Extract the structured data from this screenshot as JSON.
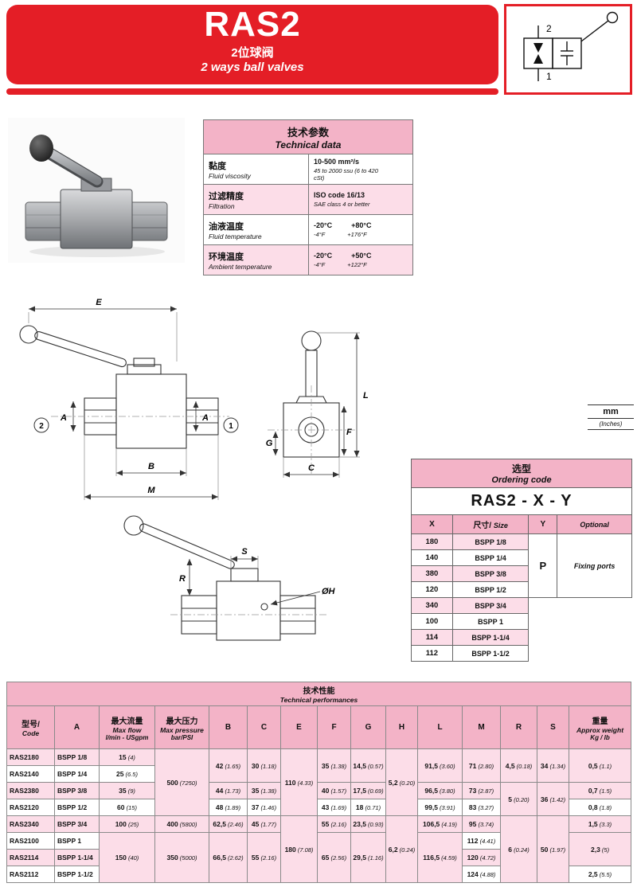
{
  "colors": {
    "accent": "#e41e26",
    "pink_header": "#f3b3c7",
    "pink_row": "#fcdde8"
  },
  "header": {
    "title": "RAS2",
    "subtitle_cn": "2位球阀",
    "subtitle_en": "2 ways ball valves"
  },
  "symbol": {
    "port_top": "2",
    "port_bottom": "1"
  },
  "technical_data": {
    "title_cn": "技术参数",
    "title_en": "Technical data",
    "rows": [
      {
        "label_cn": "黏度",
        "label_en": "Fluid viscosity",
        "v1a": "10-500 mm²/s",
        "v1b": "",
        "v2a": "45 to 2000 ssu (6 to 420 cSt)",
        "v2b": ""
      },
      {
        "label_cn": "过滤精度",
        "label_en": "Filtration",
        "v1a": "ISO code 16/13",
        "v1b": "",
        "v2a": "SAE class 4 or better",
        "v2b": ""
      },
      {
        "label_cn": "油液温度",
        "label_en": "Fluid temperature",
        "v1a": "-20°C",
        "v1b": "+80°C",
        "v2a": "-4°F",
        "v2b": "+176°F"
      },
      {
        "label_cn": "环境温度",
        "label_en": "Ambient temperature",
        "v1a": "-20°C",
        "v1b": "+50°C",
        "v2a": "-4°F",
        "v2b": "+122°F"
      }
    ]
  },
  "drawings": {
    "front": {
      "e": "E",
      "a_left": "A",
      "a_right": "A",
      "port_left": "2",
      "port_right": "1",
      "b": "B",
      "m": "M"
    },
    "side": {
      "l": "L",
      "f": "F",
      "g": "G",
      "c": "C"
    },
    "top": {
      "s": "S",
      "r": "R",
      "h": "ØH"
    },
    "units": {
      "metric": "mm",
      "imperial": "(Inches)"
    }
  },
  "ordering": {
    "title_cn": "选型",
    "title_en": "Ordering code",
    "code": "RAS2 - X - Y",
    "col_x": "X",
    "col_size_cn": "尺寸/",
    "col_size_en": "Size",
    "col_y": "Y",
    "col_optional": "Optional",
    "rows": [
      {
        "x": "180",
        "size": "BSPP 1/8"
      },
      {
        "x": "140",
        "size": "BSPP 1/4"
      },
      {
        "x": "380",
        "size": "BSPP 3/8"
      },
      {
        "x": "120",
        "size": "BSPP 1/2"
      },
      {
        "x": "340",
        "size": "BSPP 3/4"
      },
      {
        "x": "100",
        "size": "BSPP 1"
      },
      {
        "x": "114",
        "size": "BSPP 1-1/4"
      },
      {
        "x": "112",
        "size": "BSPP 1-1/2"
      }
    ],
    "optional_value": "P",
    "optional_label": "Fixing ports"
  },
  "performance": {
    "title_cn": "技术性能",
    "title_en": "Technical performances",
    "headers": {
      "code_cn": "型号/",
      "code_en": "Code",
      "a": "A",
      "flow_cn": "最大流量",
      "flow_en": "Max flow",
      "flow_unit": "l/min - USgpm",
      "pressure_cn": "最大压力",
      "pressure_en": "Max pressure",
      "pressure_unit": "bar/PSI",
      "dims": [
        "B",
        "C",
        "E",
        "F",
        "G",
        "H",
        "L",
        "M",
        "R",
        "S"
      ],
      "weight_cn": "重量",
      "weight_en": "Approx weight",
      "weight_unit": "Kg / lb"
    },
    "body": [
      [
        {
          "t": "RAS2180"
        },
        {
          "t": "BSPP 1/8"
        },
        {
          "t": "15 (4)"
        },
        {
          "t": "500 (7250)",
          "rs": 4
        },
        {
          "t": "42 (1.65)",
          "rs": 2
        },
        {
          "t": "30 (1.18)",
          "rs": 2
        },
        {
          "t": "110 (4.33)",
          "rs": 4
        },
        {
          "t": "35 (1.38)",
          "rs": 2
        },
        {
          "t": "14,5 (0.57)",
          "rs": 2
        },
        {
          "t": "5,2 (0.20)",
          "rs": 4
        },
        {
          "t": "91,5 (3.60)",
          "rs": 2
        },
        {
          "t": "71 (2.80)",
          "rs": 2
        },
        {
          "t": "4,5 (0.18)",
          "rs": 2
        },
        {
          "t": "34 (1.34)",
          "rs": 2
        },
        {
          "t": "0,5 (1.1)",
          "rs": 2
        }
      ],
      [
        {
          "t": "RAS2140"
        },
        {
          "t": "BSPP 1/4"
        },
        {
          "t": "25 (6.5)"
        }
      ],
      [
        {
          "t": "RAS2380"
        },
        {
          "t": "BSPP 3/8"
        },
        {
          "t": "35 (9)"
        },
        {
          "t": "44 (1.73)"
        },
        {
          "t": "35 (1.38)"
        },
        {
          "t": "40 (1.57)"
        },
        {
          "t": "17,5 (0.69)"
        },
        {
          "t": "96,5 (3.80)"
        },
        {
          "t": "73 (2.87)"
        },
        {
          "t": "5 (0.20)",
          "rs": 2
        },
        {
          "t": "36 (1.42)",
          "rs": 2
        },
        {
          "t": "0,7 (1.5)"
        }
      ],
      [
        {
          "t": "RAS2120"
        },
        {
          "t": "BSPP 1/2"
        },
        {
          "t": "60 (15)"
        },
        {
          "t": "48 (1.89)"
        },
        {
          "t": "37 (1.46)"
        },
        {
          "t": "43 (1.69)"
        },
        {
          "t": "18 (0.71)"
        },
        {
          "t": "99,5 (3.91)"
        },
        {
          "t": "83 (3.27)"
        },
        {
          "t": "0,8 (1.8)"
        }
      ],
      [
        {
          "t": "RAS2340"
        },
        {
          "t": "BSPP 3/4"
        },
        {
          "t": "100 (25)"
        },
        {
          "t": "400 (5800)"
        },
        {
          "t": "62,5 (2.46)"
        },
        {
          "t": "45 (1.77)"
        },
        {
          "t": "180 (7.08)",
          "rs": 4
        },
        {
          "t": "55 (2.16)"
        },
        {
          "t": "23,5 (0.93)"
        },
        {
          "t": "6,2 (0.24)",
          "rs": 4
        },
        {
          "t": "106,5 (4.19)"
        },
        {
          "t": "95 (3.74)"
        },
        {
          "t": "6 (0.24)",
          "rs": 4
        },
        {
          "t": "50 (1.97)",
          "rs": 4
        },
        {
          "t": "1,5 (3.3)"
        }
      ],
      [
        {
          "t": "RAS2100"
        },
        {
          "t": "BSPP 1"
        },
        {
          "t": "150 (40)",
          "rs": 3
        },
        {
          "t": "350 (5000)",
          "rs": 3
        },
        {
          "t": "66,5 (2.62)",
          "rs": 3
        },
        {
          "t": "55 (2.16)",
          "rs": 3
        },
        {
          "t": "65 (2.56)",
          "rs": 3
        },
        {
          "t": "29,5 (1.16)",
          "rs": 3
        },
        {
          "t": "116,5 (4.59)",
          "rs": 3
        },
        {
          "t": "112 (4.41)"
        },
        {
          "t": "2,3 (5)",
          "rs": 2
        }
      ],
      [
        {
          "t": "RAS2114"
        },
        {
          "t": "BSPP 1-1/4"
        },
        {
          "t": "120 (4.72)"
        }
      ],
      [
        {
          "t": "RAS2112"
        },
        {
          "t": "BSPP 1-1/2"
        },
        {
          "t": "124 (4.88)"
        },
        {
          "t": "2,5 (5.5)"
        }
      ]
    ]
  }
}
